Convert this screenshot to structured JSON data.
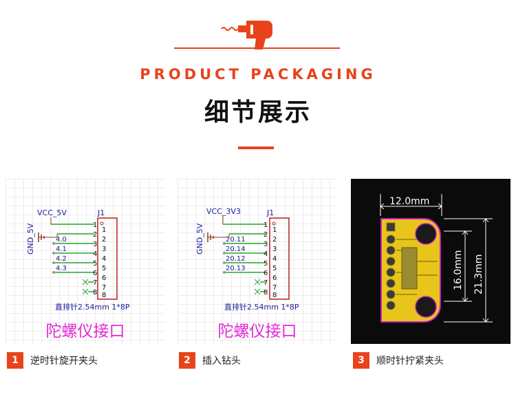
{
  "header": {
    "en_title": "PRODUCT PACKAGING",
    "cn_title": "细节展示",
    "icon": "drill-icon",
    "accent": "#e8431a"
  },
  "panels": [
    {
      "vcc": "VCC_5V",
      "gnd": "GND_5V",
      "connector": "J1",
      "pins": [
        "1",
        "2",
        "3",
        "4",
        "5",
        "6",
        "7",
        "8"
      ],
      "nets": [
        "4.0",
        "4.1",
        "4.2",
        "4.3"
      ],
      "footprint": "直排针2.54mm 1*8P",
      "title": "陀螺仪接口"
    },
    {
      "vcc": "VCC_3V3",
      "gnd": "GND_5V",
      "connector": "J1",
      "pins": [
        "1",
        "2",
        "3",
        "4",
        "5",
        "6",
        "7",
        "8"
      ],
      "nets": [
        "20.11",
        "20.14",
        "20.12",
        "20.13"
      ],
      "footprint": "直排针2.54mm 1*8P",
      "title": "陀螺仪接口"
    },
    {
      "width_dim": "12.0mm",
      "inner_height_dim": "16.0mm",
      "outer_height_dim": "21.3mm"
    }
  ],
  "captions": [
    {
      "num": "1",
      "text": "逆时针旋开夹头"
    },
    {
      "num": "2",
      "text": "插入钻头"
    },
    {
      "num": "3",
      "text": "顺时针拧紧夹头"
    }
  ]
}
